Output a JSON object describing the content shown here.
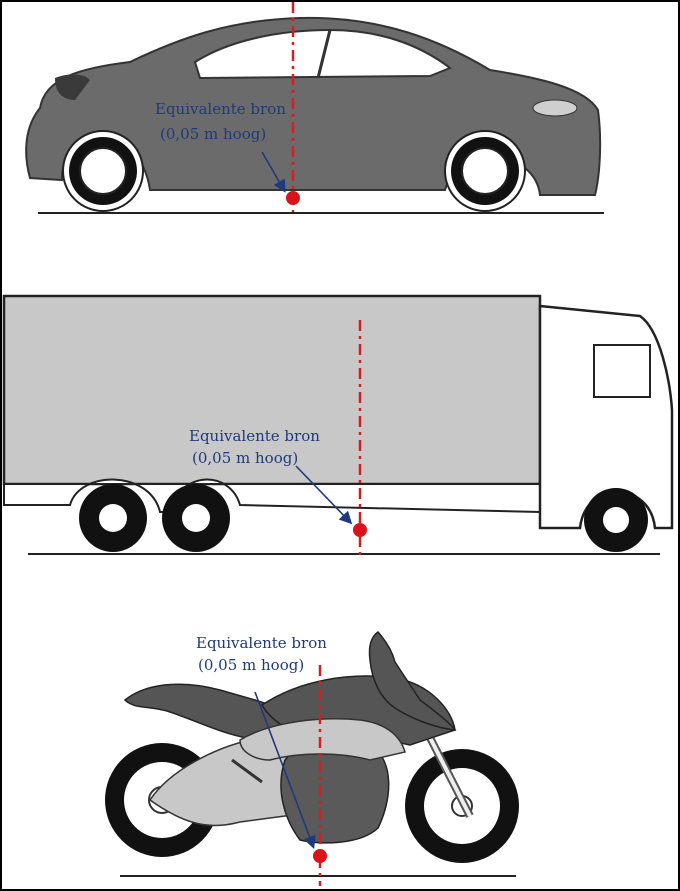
{
  "panels": [
    {
      "id": "car",
      "label_line1": "Equivalente bron",
      "label_line2": "(0,05 m hoog)"
    },
    {
      "id": "truck",
      "label_line1": "Equivalente bron",
      "label_line2": "(0,05 m hoog)"
    },
    {
      "id": "motorcycle",
      "label_line1": "Equivalente bron",
      "label_line2": "(0,05 m hoog)"
    }
  ],
  "colors": {
    "source_point": "#d8141a",
    "axis_line": "#d22020",
    "label_text": "#1f3a7a",
    "vehicle_dark": "#6b6b6b",
    "vehicle_light": "#c8c8c8"
  }
}
